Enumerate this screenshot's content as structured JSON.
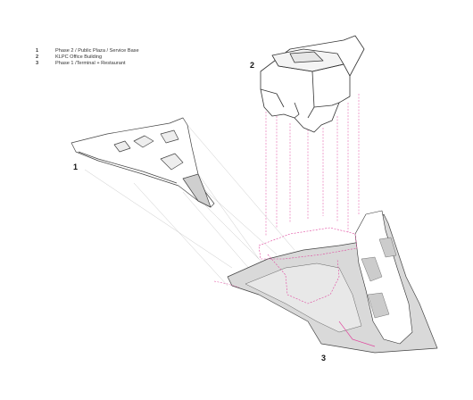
{
  "legend": {
    "items": [
      {
        "num": "1",
        "text": "Phase 2 / Public Plaza / Service Base"
      },
      {
        "num": "2",
        "text": "KLPC Office Building"
      },
      {
        "num": "3",
        "text": "Phase 1 /Terminal + Restaurant"
      }
    ]
  },
  "callouts": {
    "one": "1",
    "two": "2",
    "three": "3"
  },
  "colors": {
    "line": "#555555",
    "magenta": "#e0479e",
    "fill_grey": "#dcdcdc",
    "fill_white": "#ffffff"
  }
}
